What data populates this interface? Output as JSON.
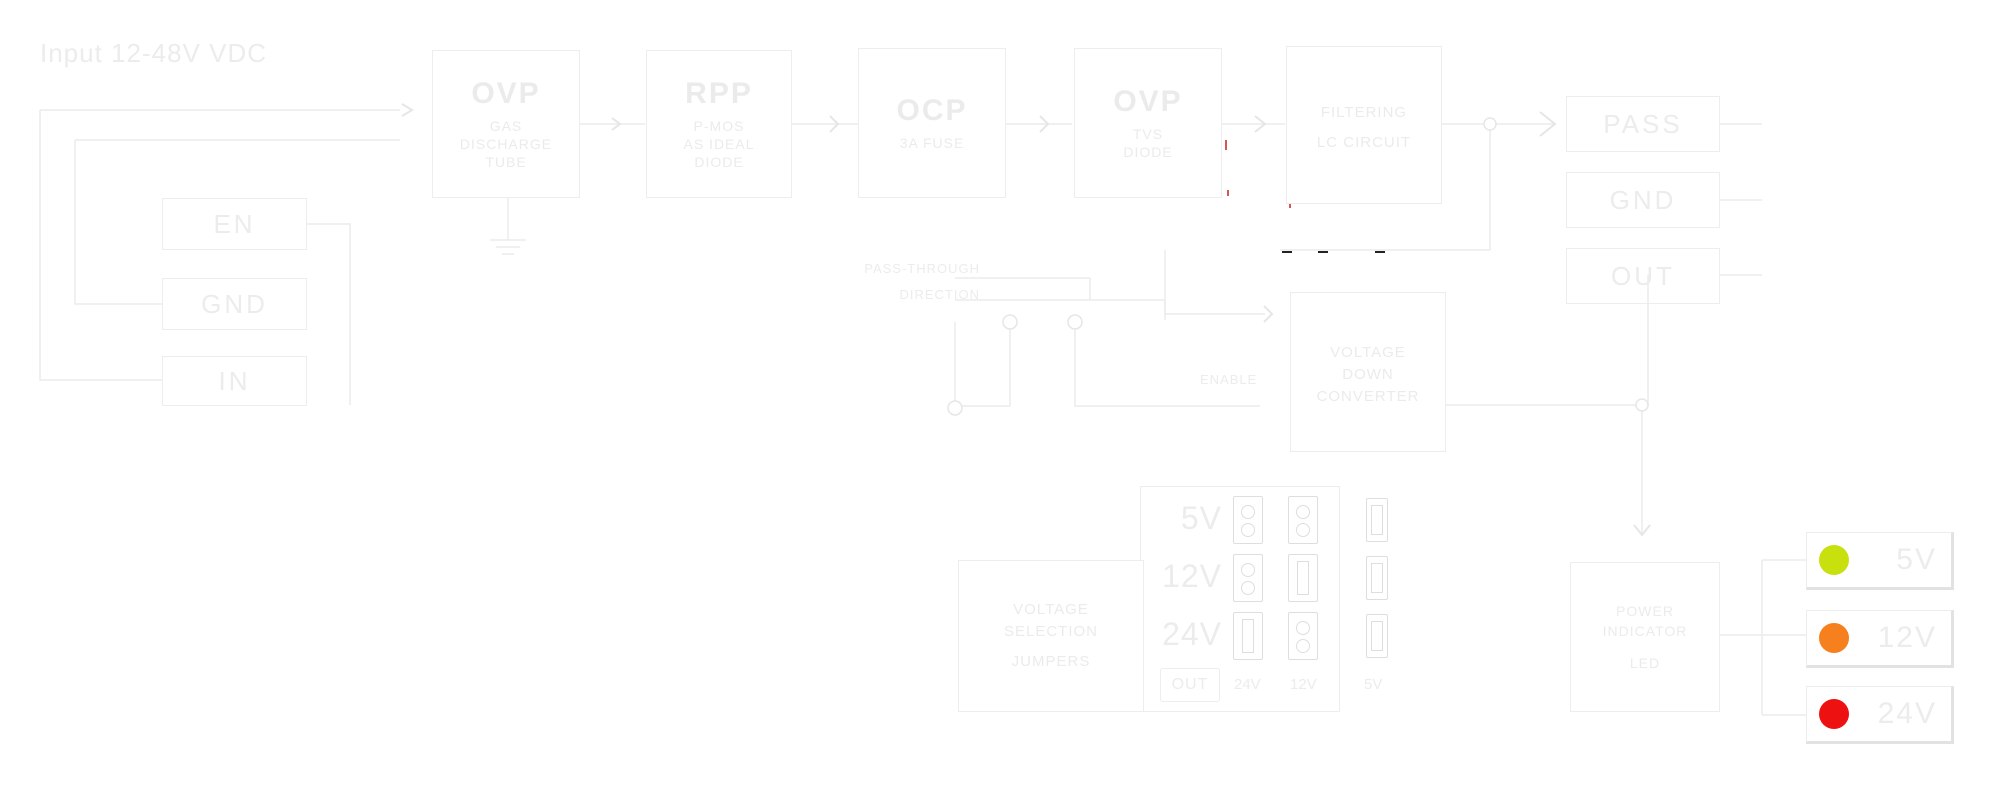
{
  "title": "Input 12-48V VDC",
  "input_pins": [
    "EN",
    "GND",
    "IN"
  ],
  "blocks": {
    "ovp_gas": {
      "main": "OVP",
      "lines": [
        "GAS",
        "DISCHARGE",
        "TUBE"
      ]
    },
    "rpp": {
      "main": "RPP",
      "lines": [
        "P-MOS",
        "AS IDEAL",
        "DIODE"
      ]
    },
    "ocp": {
      "main": "OCP",
      "lines": [
        "3A FUSE"
      ]
    },
    "ovp_tvs": {
      "main": "OVP",
      "lines": [
        "TVS",
        "DIODE"
      ]
    },
    "filter": {
      "main": "",
      "lines": [
        "FILTERING",
        "LC CIRCUIT"
      ]
    },
    "converter": {
      "main": "",
      "lines": [
        "VOLTAGE",
        "DOWN",
        "CONVERTER"
      ]
    },
    "jumpers": {
      "main": "",
      "lines": [
        "VOLTAGE",
        "SELECTION",
        "JUMPERS"
      ]
    },
    "indicator": {
      "main": "",
      "lines": [
        "POWER",
        "INDICATOR",
        "LED"
      ]
    }
  },
  "labels": {
    "switch": [
      "PASS-THROUGH",
      "DIRECTION"
    ],
    "enable": "ENABLE"
  },
  "output_pins": [
    "PASS",
    "GND",
    "OUT"
  ],
  "jumper_rows": [
    "5V",
    "12V",
    "24V"
  ],
  "jumper_cols": [
    "OUT",
    "24V",
    "12V",
    "5V"
  ],
  "jumper_states": [
    [
      "open",
      "open",
      "bridge"
    ],
    [
      "open",
      "bridge",
      "bridge"
    ],
    [
      "bridge",
      "open",
      "bridge"
    ]
  ],
  "leds": [
    {
      "label": "5V",
      "color": "#c8e00e"
    },
    {
      "label": "12V",
      "color": "#f6801d"
    },
    {
      "label": "24V",
      "color": "#ee1111"
    }
  ]
}
